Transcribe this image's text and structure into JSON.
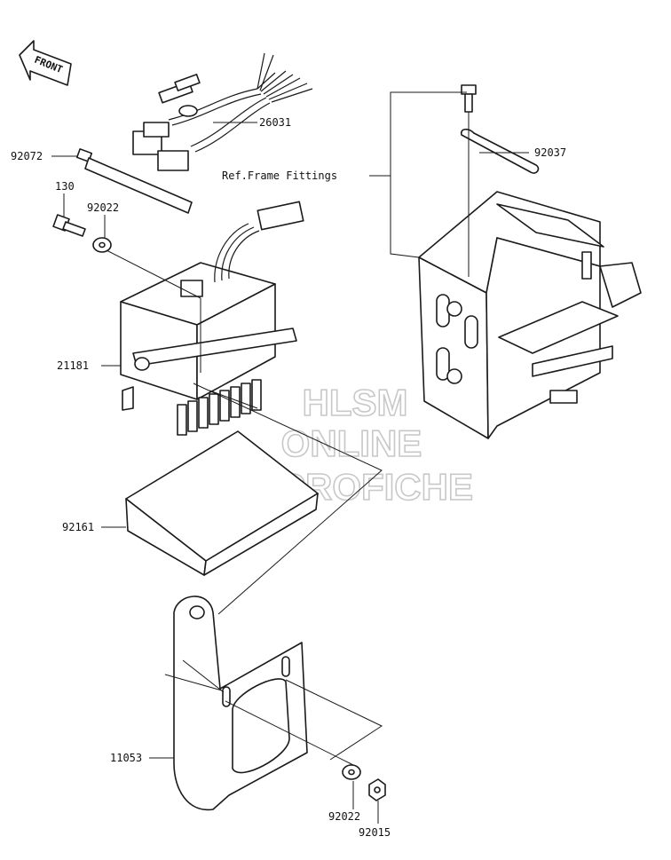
{
  "front_arrow": {
    "text": "FRONT"
  },
  "callouts": {
    "p26031": "26031",
    "p92072": "92072",
    "p130": "130",
    "p92022_top": "92022",
    "p21181": "21181",
    "p92161": "92161",
    "p11053": "11053",
    "p92022_bottom": "92022",
    "p92015": "92015",
    "p92037": "92037",
    "ref_frame": "Ref.Frame Fittings"
  },
  "watermark": {
    "line1": "HLSM",
    "line2": "ONLINE",
    "line3": "MICROFICHE"
  }
}
